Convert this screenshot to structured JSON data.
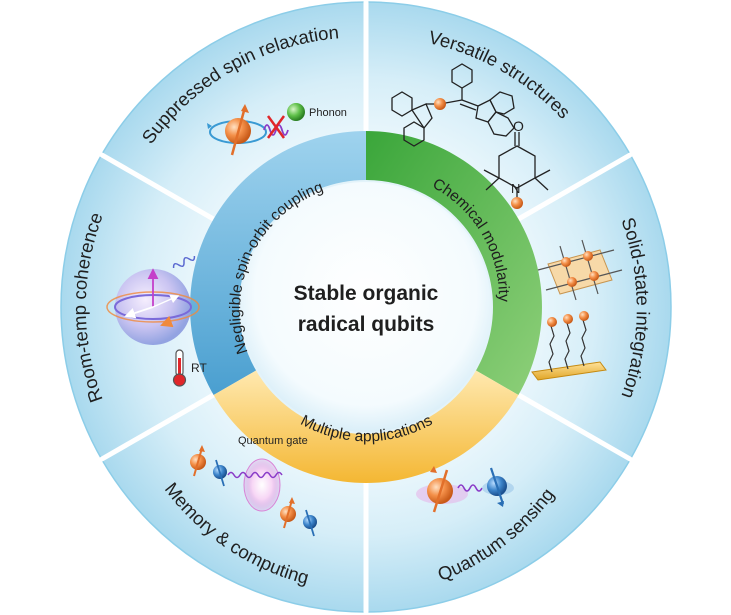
{
  "center": {
    "line1": "Stable organic",
    "line2": "radical qubits"
  },
  "inner_ring": {
    "spin_orbit": "Negligible spin-orbit coupling",
    "chemical": "Chemical modularity",
    "applications": "Multiple applications"
  },
  "outer_segments": {
    "spin_relaxation": "Suppressed spin relaxation",
    "versatile": "Versatile structures",
    "solid_state": "Solid-state integration",
    "sensing": "Quantum sensing",
    "memory": "Memory  & computing",
    "room_temp": "Room-temp coherence"
  },
  "icon_labels": {
    "phonon": "Phonon",
    "nitrogen": "N",
    "oxygen": "O",
    "quantum_gate": "Quantum gate",
    "rt": "RT"
  },
  "colors": {
    "outer_disc": "#cfe9f5",
    "inner_ring_blue": "#5aa9d4",
    "inner_ring_green": "#5fb845",
    "inner_ring_orange": "#f5c04a",
    "spin_orange": "#f08a3c",
    "spin_blue": "#2a6fb5"
  }
}
